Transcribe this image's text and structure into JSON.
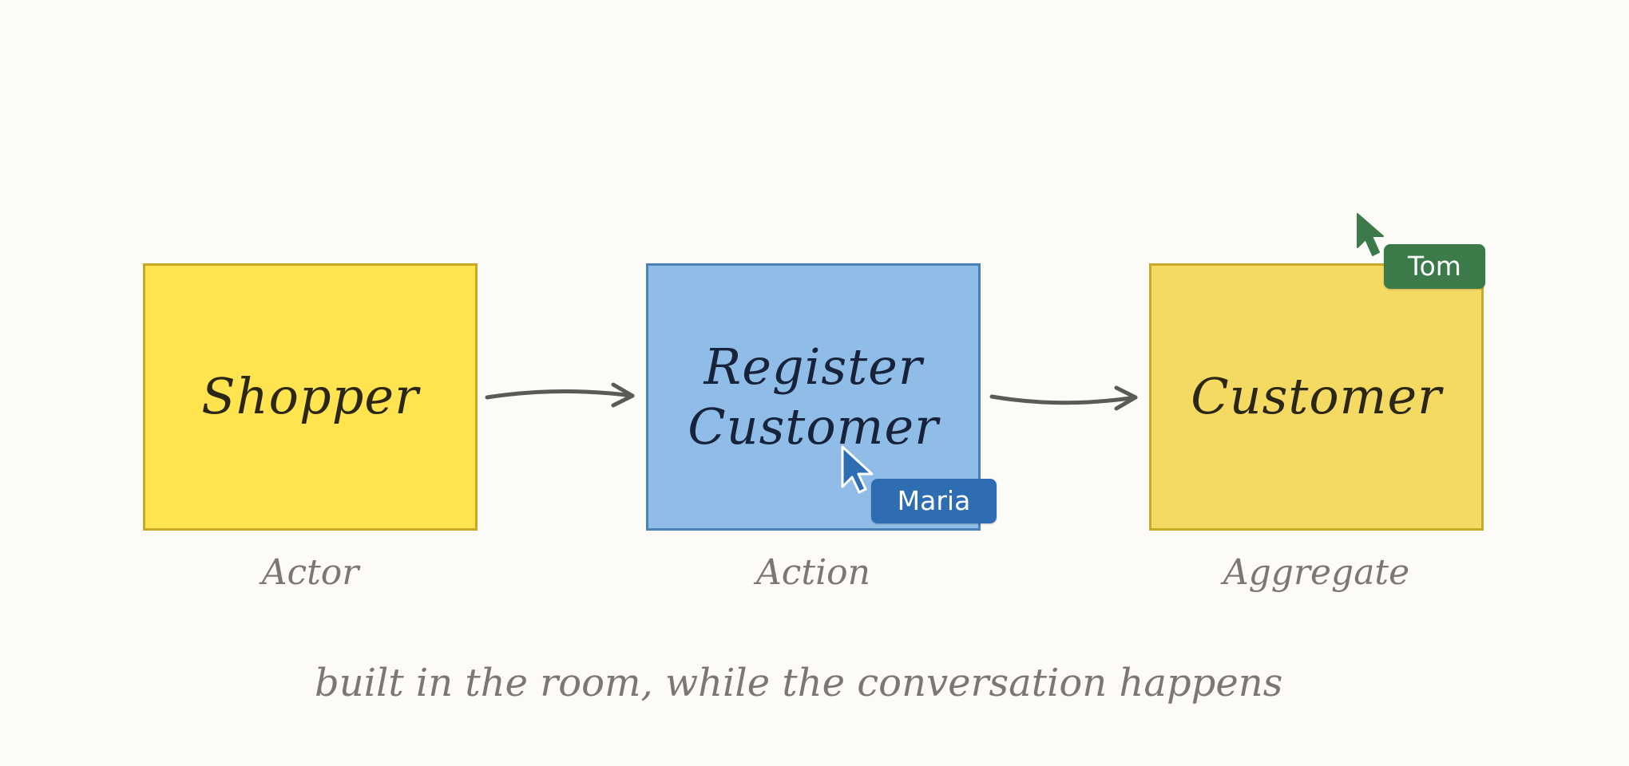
{
  "board": {
    "stickies": [
      {
        "text": "Shopper",
        "label": "Actor"
      },
      {
        "text": "Register\nCustomer",
        "label": "Action"
      },
      {
        "text": "Customer",
        "label": "Aggregate"
      }
    ],
    "caption": "built in the room, while the conversation happens"
  },
  "cursors": {
    "maria": {
      "name": "Maria",
      "color": "#2f6db3"
    },
    "tom": {
      "name": "Tom",
      "color": "#3c7a4a"
    }
  },
  "colors": {
    "actor_sticky": "#ffe34f",
    "action_sticky": "#90bde8",
    "aggregate_sticky": "#f4da63",
    "arrow": "#5c5a57",
    "background": "#fcfbf8"
  }
}
